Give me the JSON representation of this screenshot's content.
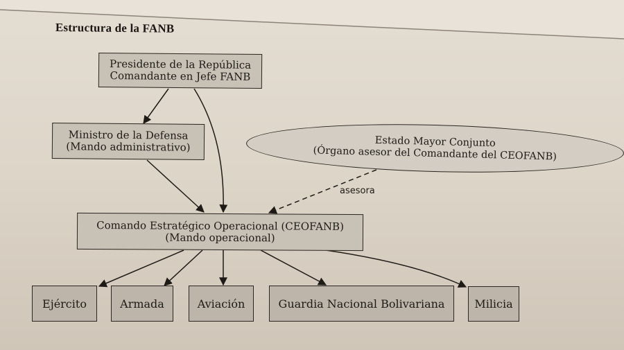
{
  "title": "Estructura de la FANB",
  "nodes": {
    "president": {
      "line1": "Presidente de la República",
      "line2": "Comandante en Jefe FANB"
    },
    "minister": {
      "line1": "Ministro de la Defensa",
      "line2": "(Mando administrativo)"
    },
    "staff": {
      "line1": "Estado Mayor Conjunto",
      "line2": "(Órgano asesor del Comandante del CEOFANB)"
    },
    "ceofanb": {
      "line1": "Comando Estratégico Operacional (CEOFANB)",
      "line2": "(Mando operacional)"
    },
    "branches": [
      {
        "label": "Ejército"
      },
      {
        "label": "Armada"
      },
      {
        "label": "Aviación"
      },
      {
        "label": "Guardia Nacional Bolivariana"
      },
      {
        "label": "Milicia"
      }
    ]
  },
  "edges": [
    {
      "from": "president",
      "to": "minister",
      "style": "solid"
    },
    {
      "from": "president",
      "to": "ceofanb",
      "style": "solid"
    },
    {
      "from": "minister",
      "to": "ceofanb",
      "style": "solid"
    },
    {
      "from": "staff",
      "to": "ceofanb",
      "style": "dashed",
      "label": "asesora"
    },
    {
      "from": "ceofanb",
      "to": "Ejército",
      "style": "solid"
    },
    {
      "from": "ceofanb",
      "to": "Armada",
      "style": "solid"
    },
    {
      "from": "ceofanb",
      "to": "Aviación",
      "style": "solid"
    },
    {
      "from": "ceofanb",
      "to": "Guardia Nacional Bolivariana",
      "style": "solid"
    },
    {
      "from": "ceofanb",
      "to": "Milicia",
      "style": "solid"
    }
  ],
  "colors": {
    "page": "#e2dbd0",
    "box_fill": "#c8c1b6",
    "leaf_fill": "#bdb5a9",
    "stroke": "#2a2520"
  }
}
